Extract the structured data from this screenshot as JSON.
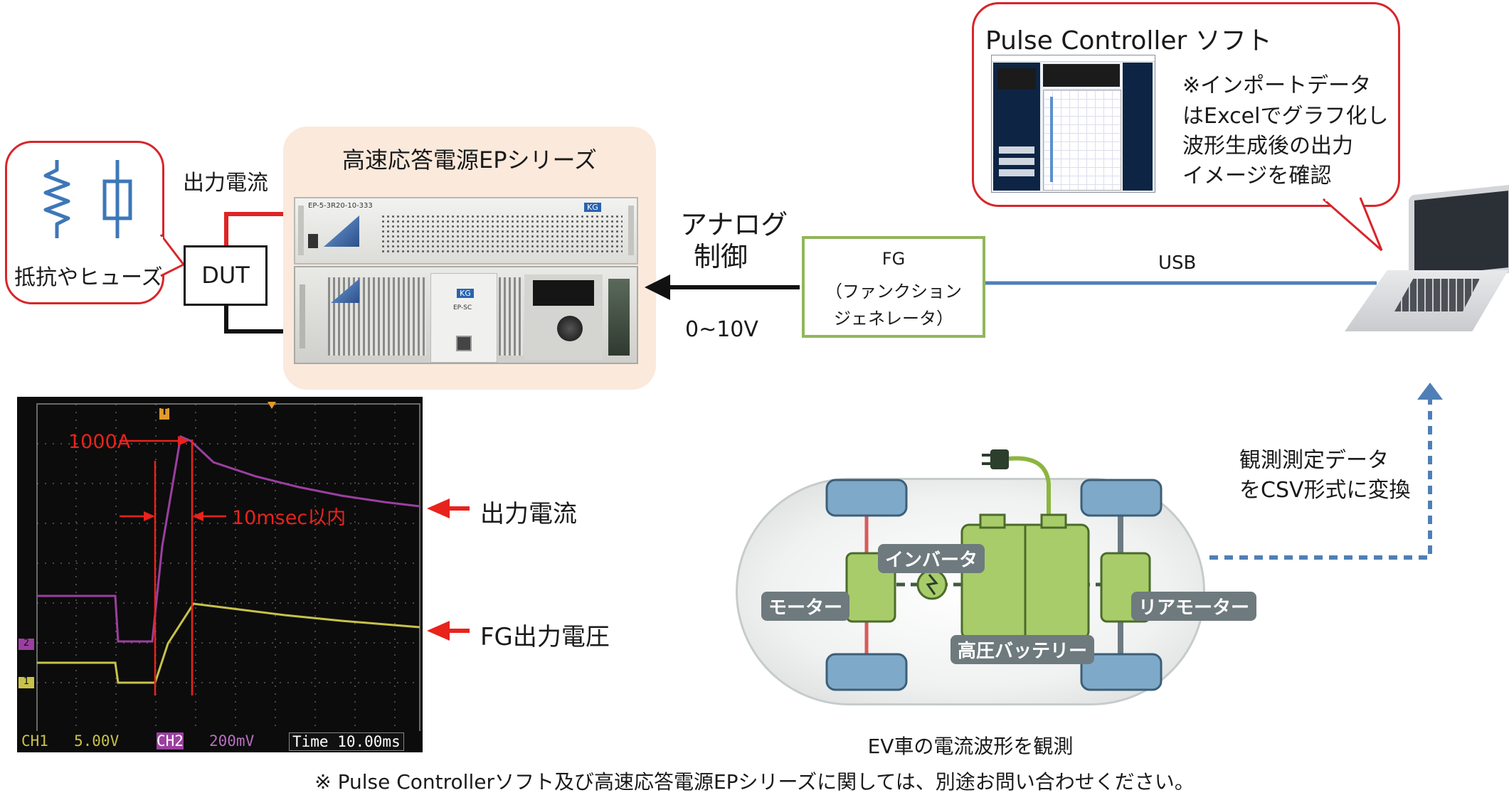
{
  "ep_series": {
    "title": "高速応答電源EPシリーズ",
    "top_unit_model": "EP-5-3R20-10-333",
    "top_unit_brand": "KG",
    "bottom_unit_brand": "KG",
    "bottom_unit_model": "EP-SC"
  },
  "output_current_label": "出力電流",
  "load_bubble": {
    "caption": "抵抗やヒューズ"
  },
  "dut": {
    "label": "DUT"
  },
  "analog_control": {
    "label_line1": "アナログ",
    "label_line2": "制御",
    "voltage": "0~10V"
  },
  "fg": {
    "line1": "FG",
    "line2": "（ファンクション",
    "line3": "ジェネレータ）"
  },
  "usb_label": "USB",
  "pulse_controller": {
    "title": "Pulse Controller ソフト",
    "note_line1": "※インポートデータ",
    "note_line2": "はExcelでグラフ化し",
    "note_line3": "波形生成後の出力",
    "note_line4": "イメージを確認"
  },
  "scope": {
    "label_1000a": "1000A",
    "label_10msec": "10msec以内",
    "ch1": "CH1",
    "ch1_value": "5.00V",
    "ch2": "CH2",
    "ch2_value": "200mV",
    "time": "Time 10.00ms",
    "trigger": "T",
    "ch2_marker": "2",
    "ch1_marker": "1",
    "legend_current": "出力電流",
    "legend_fg": "FG出力電圧",
    "colors": {
      "ch1": "#c8c24a",
      "ch2": "#9b3fa0",
      "annotation": "#e8231c"
    }
  },
  "csv_note": {
    "line1": "観測測定データ",
    "line2": "をCSV形式に変換"
  },
  "ev": {
    "inverter": "インバータ",
    "motor": "モーター",
    "rear_motor": "リアモーター",
    "battery": "高圧バッテリー",
    "caption": "EV車の電流波形を観測"
  },
  "footnote": "※ Pulse Controllerソフト及び高速応答電源EPシリーズに関しては、別途お問い合わせください。"
}
